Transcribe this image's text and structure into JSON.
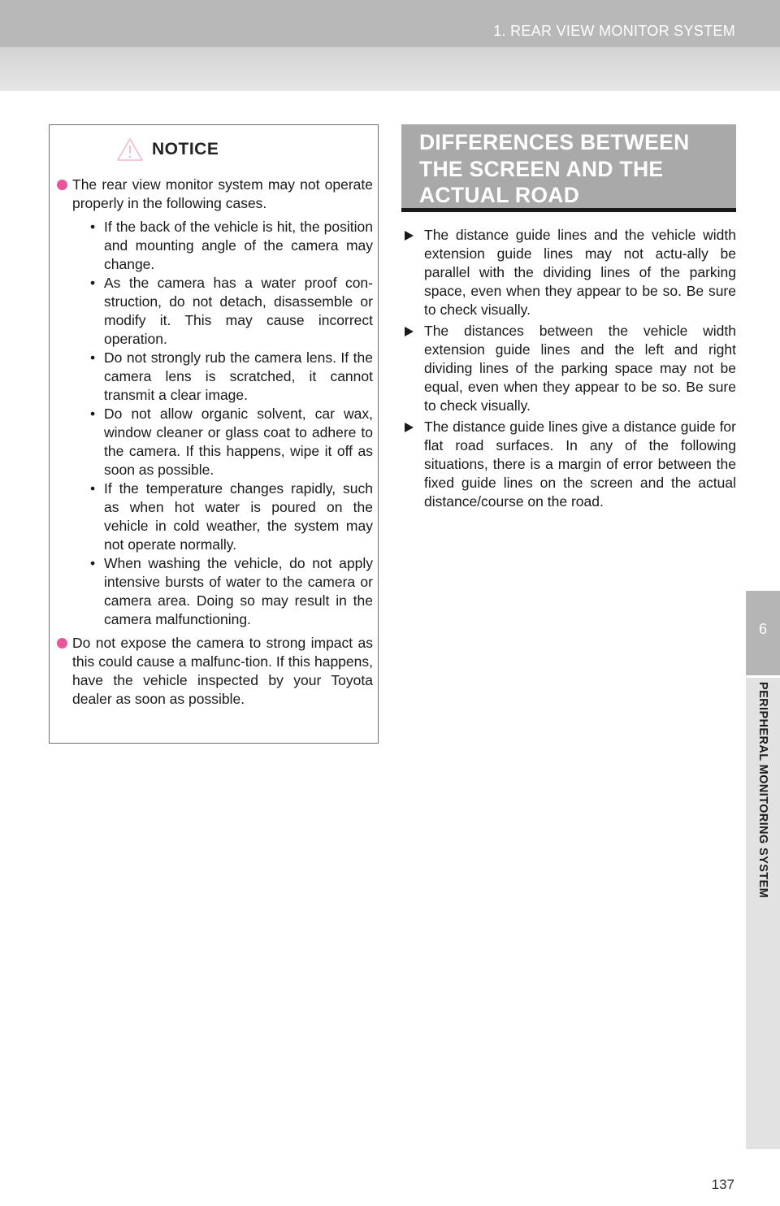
{
  "header": {
    "section_title": "1. REAR VIEW MONITOR SYSTEM"
  },
  "side_tab": {
    "number": "6",
    "label": "PERIPHERAL MONITORING SYSTEM"
  },
  "notice": {
    "label": "NOTICE",
    "icon": "warning-triangle-icon",
    "items": [
      {
        "text": "The rear view monitor system may not operate properly in the following cases.",
        "sub": [
          "If the back of the vehicle is hit, the position and mounting angle of the camera may change.",
          "As the camera has a water proof con-struction, do not detach, disassemble or modify it. This may cause incorrect operation.",
          "Do not strongly rub the camera lens. If the camera lens is scratched, it cannot transmit a clear image.",
          "Do not allow organic solvent, car wax, window cleaner or glass coat to adhere to the camera. If this happens, wipe it off as soon as possible.",
          "If the temperature changes rapidly, such as when hot water is poured on the vehicle in cold weather, the system may not operate normally.",
          "When washing the vehicle, do not apply intensive bursts of water to the camera or camera area. Doing so may result in the camera malfunctioning."
        ]
      },
      {
        "text": "Do not expose the camera to strong impact as this could cause a malfunc-tion. If this happens, have the vehicle inspected by your Toyota dealer as soon as possible.",
        "sub": []
      }
    ]
  },
  "differences": {
    "heading_lines": [
      "DIFFERENCES BETWEEN",
      "THE SCREEN AND THE",
      "ACTUAL ROAD"
    ],
    "items": [
      "The distance guide lines and the vehicle width extension guide lines may not actu-ally be parallel with the dividing lines of the parking space, even when they appear to be so. Be sure to check visually.",
      "The distances between the vehicle width extension guide lines and the left and right dividing lines of the parking space may not be equal, even when they appear to be so. Be sure to check visually.",
      "The distance guide lines give a distance guide for flat road surfaces. In any of the following situations, there is a margin of error between the fixed guide lines on the screen and the actual distance/course on the road."
    ]
  },
  "footer": {
    "page_number": "137"
  },
  "colors": {
    "bullet_dot": "#e8559a",
    "heading_bg": "#a9a9a9",
    "tab_gray": "#b5b5b5"
  }
}
